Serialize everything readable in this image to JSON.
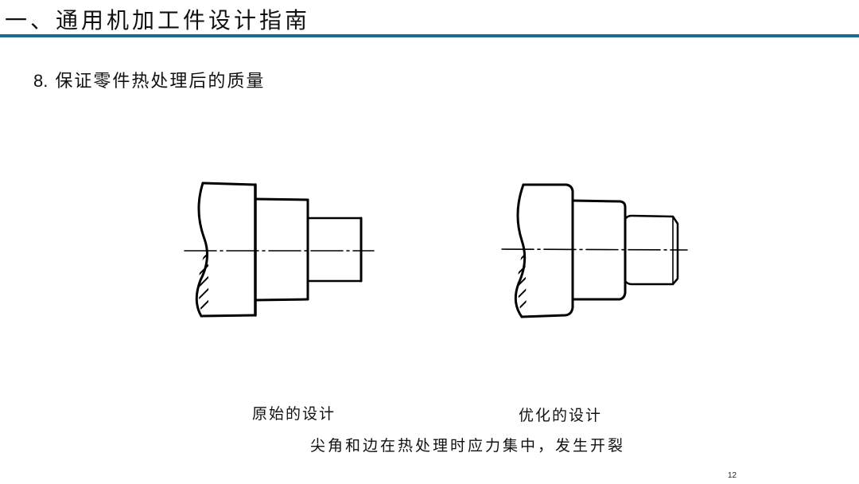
{
  "header": {
    "title": "一、通用机加工件设计指南"
  },
  "section": {
    "number": "8.",
    "title": "保证零件热处理后的质量"
  },
  "figures": {
    "left_caption": "原始的设计",
    "right_caption": "优化的设计"
  },
  "note": "尖角和边在热处理时应力集中，发生开裂",
  "page_number": "12"
}
